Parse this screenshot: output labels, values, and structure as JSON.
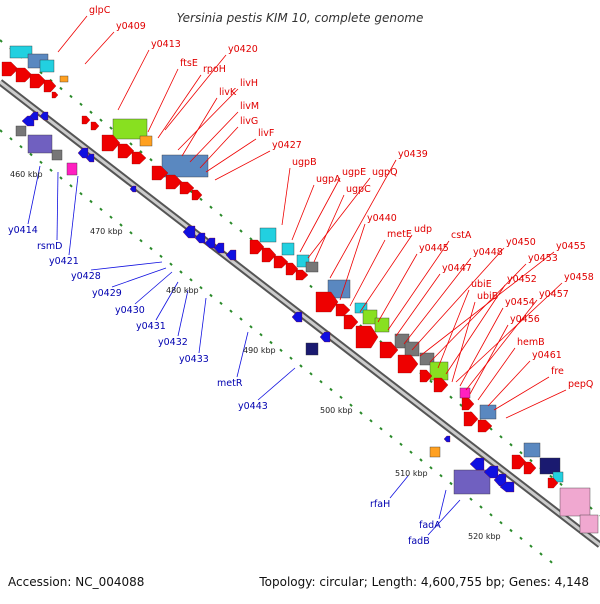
{
  "header": {
    "title": "Yersinia pestis KIM 10, complete genome"
  },
  "footer": {
    "accession": "Accession: NC_004088",
    "summary": "Topology: circular; Length: 4,600,755 bp; Genes: 4,148"
  },
  "scale_labels": [
    "460 kbp",
    "470 kbp",
    "480 kbp",
    "490 kbp",
    "500 kbp",
    "510 kbp",
    "520 kbp"
  ],
  "forward_genes": [
    "glpC",
    "y0409",
    "y0413",
    "ftsE",
    "rpoH",
    "y0420",
    "livH",
    "livK",
    "livM",
    "livG",
    "livF",
    "y0427",
    "ugpB",
    "ugpA",
    "ugpE",
    "ugpQ",
    "ugpC",
    "y0439",
    "y0440",
    "metE",
    "udp",
    "y0445",
    "cstA",
    "y0447",
    "y0448",
    "y0450",
    "y0455",
    "y0453",
    "ubiE",
    "y0452",
    "y0458",
    "ubiB",
    "y0454",
    "y0457",
    "y0456",
    "hemB",
    "y0461",
    "fre",
    "pepQ"
  ],
  "reverse_genes": [
    "y0414",
    "rsmD",
    "y0421",
    "y0428",
    "y0429",
    "y0430",
    "y0431",
    "y0432",
    "y0433",
    "metR",
    "y0443",
    "rfaH",
    "fadA",
    "fadB"
  ],
  "colors": {
    "forward_strand": "#ee0000",
    "reverse_strand": "#1010e0",
    "backbone": "#888888",
    "tick": "#2a8a2a",
    "cds_steelblue": "#5a88c0",
    "cds_cyan": "#22d0e0",
    "cds_green": "#88e020",
    "cds_gray": "#777777",
    "cds_navy": "#1a1a70",
    "cds_purple": "#7060c0",
    "cds_pink": "#f0a8d0",
    "cds_magenta": "#ff20c0",
    "cds_orange": "#ffa020"
  }
}
